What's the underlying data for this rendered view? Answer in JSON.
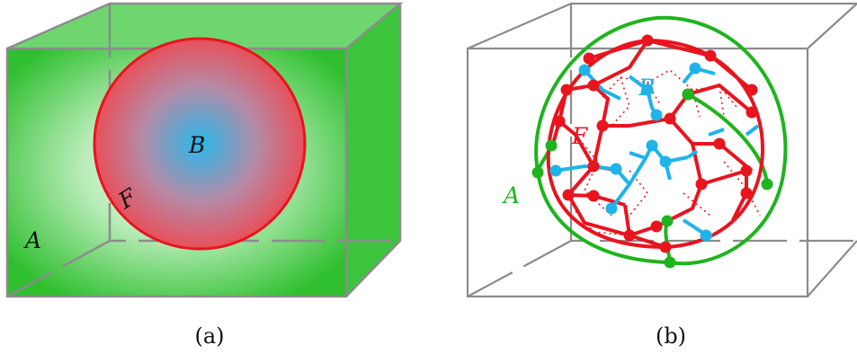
{
  "panels": [
    {
      "caption": "(a)",
      "labels": {
        "inner": "B",
        "boundary": "F",
        "outer": "A"
      }
    },
    {
      "caption": "(b)",
      "labels": {
        "inner": "B",
        "boundary": "F",
        "outer": "A"
      }
    }
  ],
  "colors": {
    "box_edge": "#8c8c8c",
    "box_fill_outer": "#2fbf2f",
    "box_fill_inner": "#f2fff2",
    "sphere_edge": "#e8141e",
    "sphere_fill_outer": "#e8505a",
    "sphere_fill_center": "#29b8ea",
    "graph_red": "#e8141e",
    "graph_blue": "#1eb4ea",
    "graph_green": "#1eb41e",
    "label_dark": "#111111"
  }
}
